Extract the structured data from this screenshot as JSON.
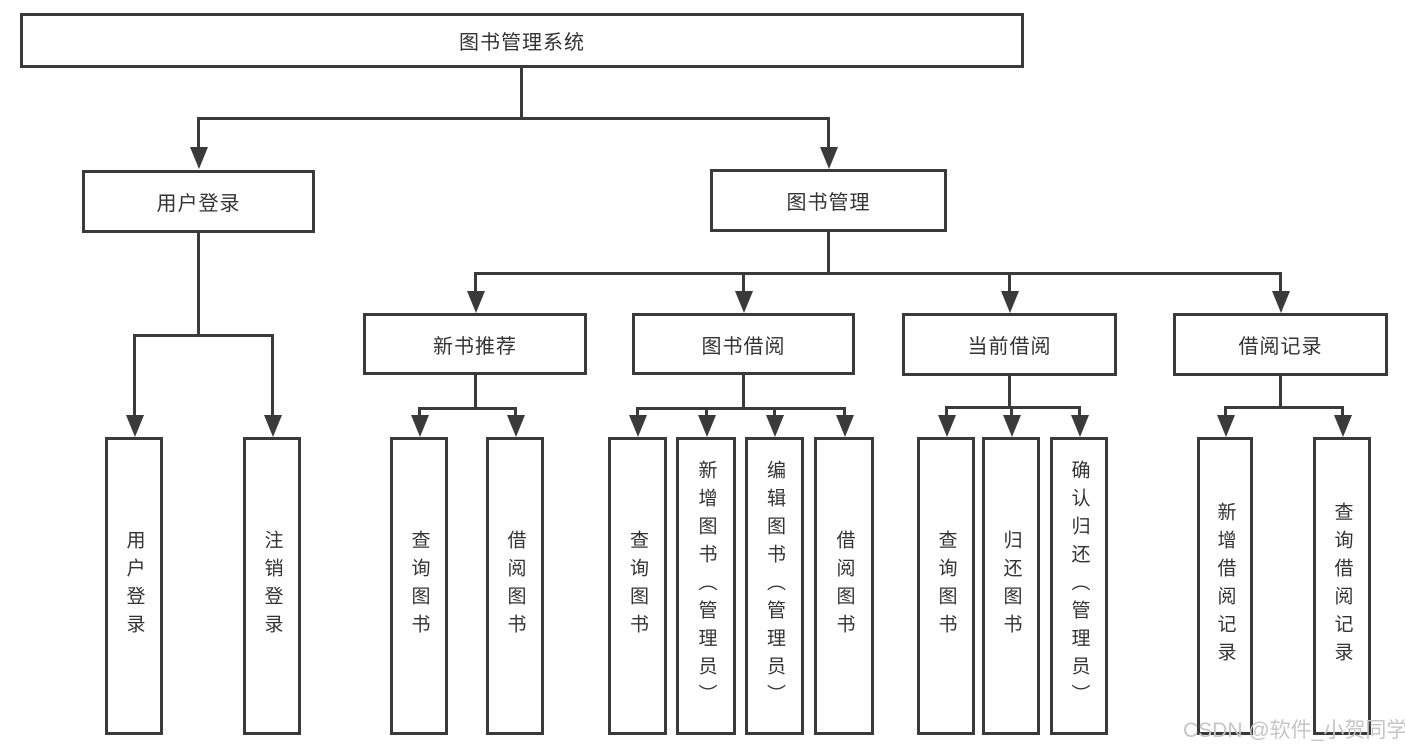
{
  "diagram": {
    "root": {
      "label": "图书管理系统"
    },
    "level1": [
      {
        "label": "用户登录"
      },
      {
        "label": "图书管理"
      }
    ],
    "level2": [
      {
        "label": "新书推荐"
      },
      {
        "label": "图书借阅"
      },
      {
        "label": "当前借阅"
      },
      {
        "label": "借阅记录"
      }
    ],
    "leaves": [
      {
        "label": "用户登录"
      },
      {
        "label": "注销登录"
      },
      {
        "label": "查询图书"
      },
      {
        "label": "借阅图书"
      },
      {
        "label": "查询图书"
      },
      {
        "label": "新增图书（管理员）"
      },
      {
        "label": "编辑图书（管理员）"
      },
      {
        "label": "借阅图书"
      },
      {
        "label": "查询图书"
      },
      {
        "label": "归还图书"
      },
      {
        "label": "确认归还（管理员）"
      },
      {
        "label": "新增借阅记录"
      },
      {
        "label": "查询借阅记录"
      }
    ]
  },
  "watermark": {
    "text": "CSDN @软件_小贺同学"
  },
  "colors": {
    "line": "#3a3a3a",
    "text": "#333333",
    "box_background": "#ffffff",
    "watermark": "#c6c6c6",
    "background": "#ffffff"
  }
}
